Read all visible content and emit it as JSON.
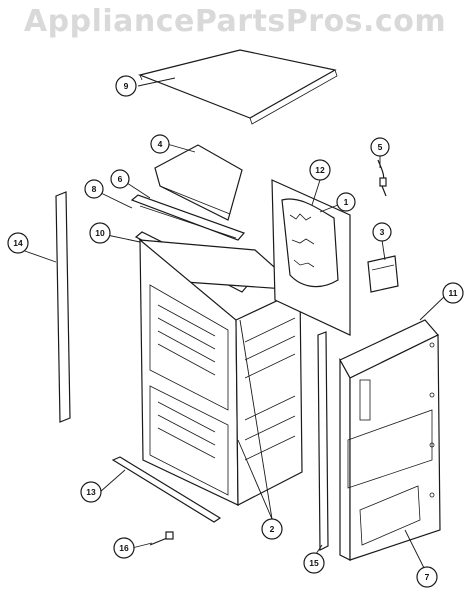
{
  "watermark": "AppliancePartsPros.com",
  "callouts": [
    "9",
    "4",
    "5",
    "12",
    "6",
    "1",
    "8",
    "10",
    "3",
    "14",
    "11",
    "2",
    "13",
    "16",
    "15",
    "7"
  ]
}
